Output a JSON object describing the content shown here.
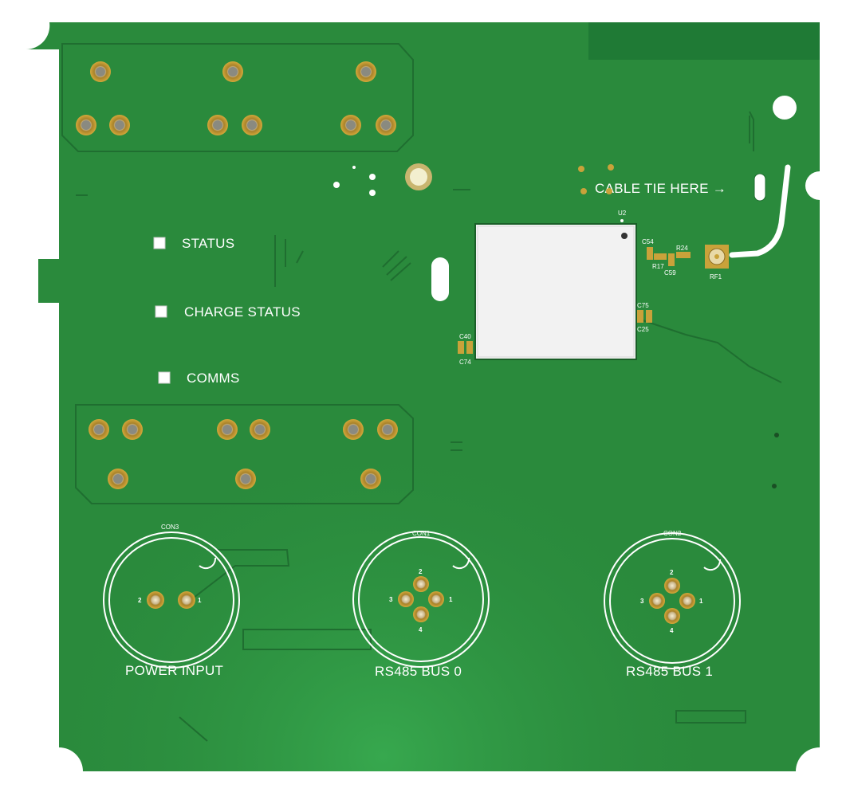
{
  "board": {
    "color": "#2a8a3c",
    "labels": {
      "status": "STATUS",
      "charge_status": "CHARGE STATUS",
      "comms": "COMMS",
      "cable_tie": "CABLE TIE HERE →",
      "power_input": "POWER INPUT",
      "rs485_bus0": "RS485 BUS 0",
      "rs485_bus1": "RS485 BUS 1"
    },
    "refdes": {
      "con3": "CON3",
      "con1": "CON1",
      "con2": "CON2",
      "u2": "U2",
      "c54": "C54",
      "r24": "R24",
      "r17": "R17",
      "c59": "C59",
      "rf1": "RF1",
      "c75": "C75",
      "c25": "C25",
      "c40": "C40",
      "c74": "C74"
    },
    "pins": {
      "con3": {
        "p1": "1",
        "p2": "2"
      },
      "con1": {
        "p1": "1",
        "p2": "2",
        "p3": "3",
        "p4": "4"
      },
      "con2": {
        "p1": "1",
        "p2": "2",
        "p3": "3",
        "p4": "4"
      }
    }
  }
}
